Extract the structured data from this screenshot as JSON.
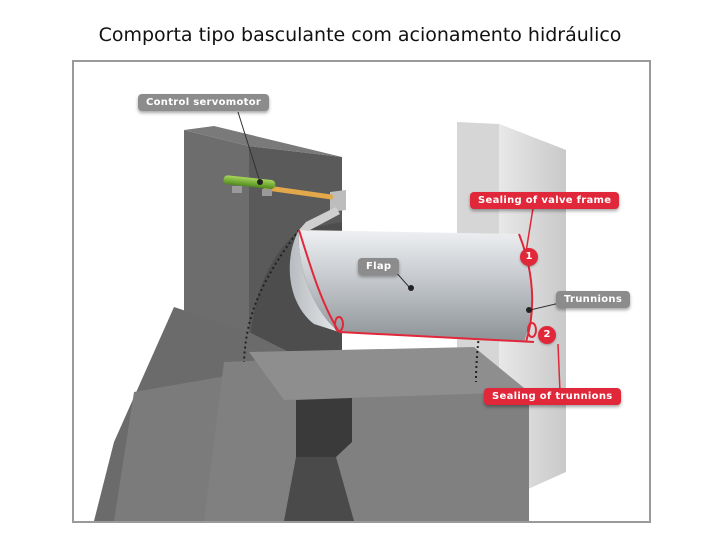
{
  "title": "Comporta tipo basculante com acionamento hidráulico",
  "labels": {
    "control_servomotor": "Control servomotor",
    "flap": "Flap",
    "trunnions": "Trunnions",
    "sealing_valve_frame": "Sealing of valve frame",
    "sealing_trunnions": "Sealing of trunnions"
  },
  "markers": {
    "one": "1",
    "two": "2"
  },
  "colors": {
    "accent_red": "#e0283a",
    "label_grey": "#8c8c8c",
    "concrete_dark": "#5e5e5e",
    "concrete_light": "#dcdcdc",
    "flap_steel": "#c8ccd0",
    "servomotor_green": "#7ab32e"
  }
}
